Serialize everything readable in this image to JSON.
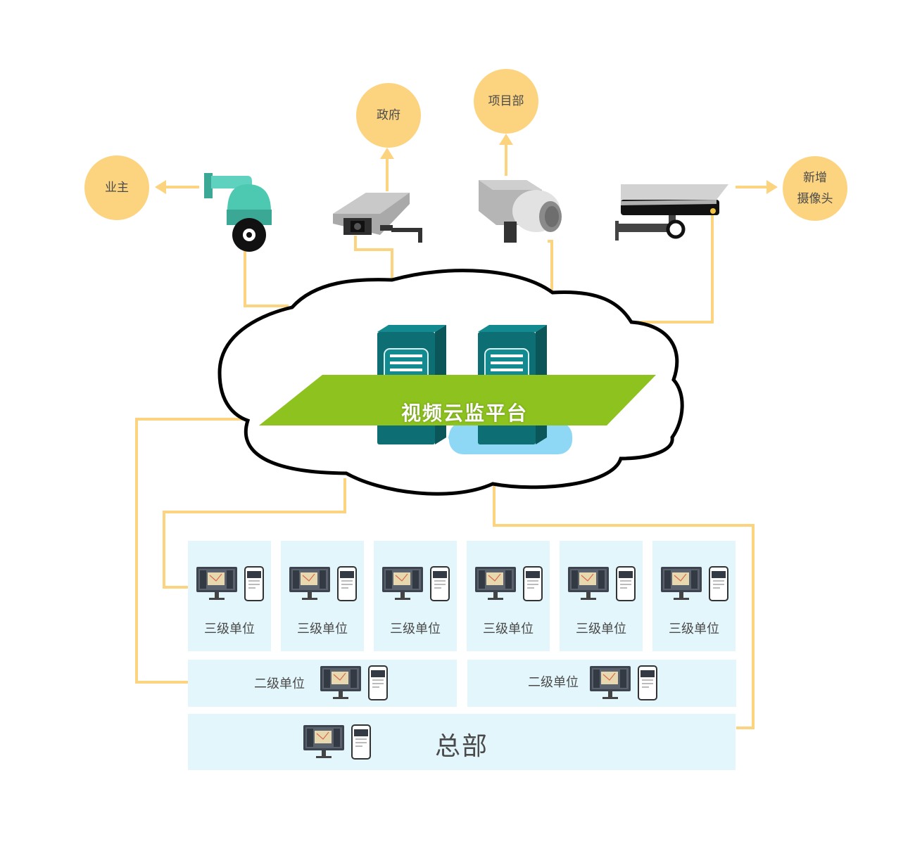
{
  "nodes": {
    "owner": "业主",
    "government": "政府",
    "project_dept": "项目部",
    "new_camera": "新增\n摄像头"
  },
  "platform": {
    "label": "视频云监平台"
  },
  "level3_units": [
    "三级单位",
    "三级单位",
    "三级单位",
    "三级单位",
    "三级单位",
    "三级单位"
  ],
  "level2_units": [
    "二级单位",
    "二级单位"
  ],
  "headquarters": {
    "label": "总部"
  },
  "colors": {
    "bubble": "#fcd47f",
    "connector": "#fcd47f",
    "panel": "#e3f6fc",
    "server": "#0d6f73",
    "platform_band": "#8dc21f",
    "camera_teal": "#4cc9b0"
  }
}
